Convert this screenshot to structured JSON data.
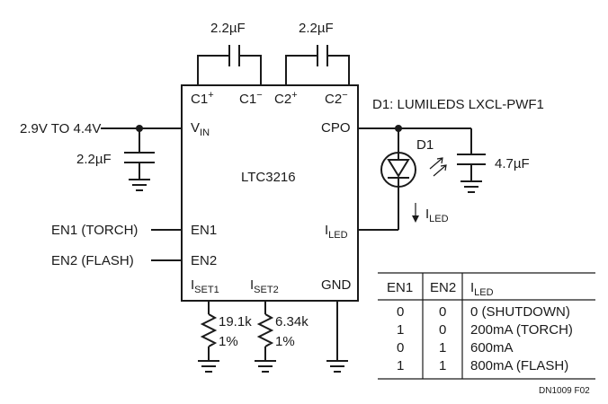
{
  "ic": {
    "name": "LTC3216",
    "pins": {
      "c1p": "C1",
      "c1p_sup": "+",
      "c1m": "C1",
      "c1m_sup": "−",
      "c2p": "C2",
      "c2p_sup": "+",
      "c2m": "C2",
      "c2m_sup": "−",
      "vin": "V",
      "vin_sub": "IN",
      "cpo": "CPO",
      "en1": "EN1",
      "en2": "EN2",
      "iled": "I",
      "iled_sub": "LED",
      "iset1": "I",
      "iset1_sub": "SET1",
      "iset2": "I",
      "iset2_sub": "SET2",
      "gnd": "GND"
    }
  },
  "components": {
    "c1_value": "2.2µF",
    "c2_value": "2.2µF",
    "cin_value": "2.2µF",
    "cout_value": "4.7µF",
    "r1_value": "19.1k",
    "r1_tol": "1%",
    "r2_value": "6.34k",
    "r2_tol": "1%",
    "d1_label": "D1",
    "d1_note": "D1: LUMILEDS LXCL-PWF1",
    "iled_arrow_label": "I",
    "iled_arrow_sub": "LED"
  },
  "inputs": {
    "vin_range": "2.9V TO 4.4V",
    "en1": "EN1 (TORCH)",
    "en2": "EN2 (FLASH)"
  },
  "truth_table": {
    "headers": [
      "EN1",
      "EN2",
      "I"
    ],
    "header_iled_sub": "LED",
    "rows": [
      [
        "0",
        "0",
        "0 (SHUTDOWN)"
      ],
      [
        "1",
        "0",
        "200mA (TORCH)"
      ],
      [
        "0",
        "1",
        "600mA"
      ],
      [
        "1",
        "1",
        "800mA (FLASH)"
      ]
    ]
  },
  "footer": "DN1009 F02"
}
